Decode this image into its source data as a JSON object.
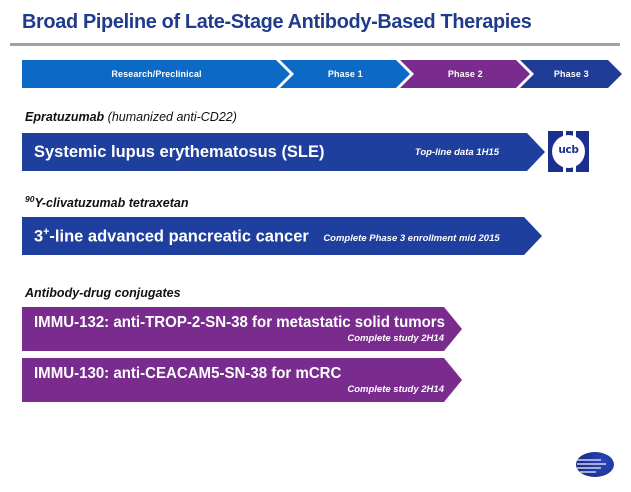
{
  "slide": {
    "title": "Broad Pipeline of Late-Stage Antibody-Based Therapies",
    "colors": {
      "title_blue": "#1f3c8c",
      "rule_gray": "#a89f96",
      "research_blue": "#0c69c6",
      "phase1_blue": "#0c69c6",
      "phase2_purple": "#7a2c8e",
      "phase3_navy": "#1f3c96",
      "bar_navy": "#1e3f9e",
      "bar_purple": "#7a2c8e"
    }
  },
  "phase_bar": {
    "segments": [
      {
        "label": "Research/Preclinical",
        "color": "#0c69c6"
      },
      {
        "label": "Phase 1",
        "color": "#0c69c6"
      },
      {
        "label": "Phase 2",
        "color": "#7a2c8e"
      },
      {
        "label": "Phase 3",
        "color": "#1f3c96"
      }
    ]
  },
  "programs": [
    {
      "label_bold": "Epratuzumab",
      "label_regular": " (humanized anti-CD22)",
      "indication": "Systemic lupus erythematosus  (SLE)",
      "milestone": "Top-line data 1H15",
      "bar_color": "#1e3f9e",
      "partner_logo": "ucb-logo"
    },
    {
      "label_sup": "90",
      "label_bold": "Y-clivatuzumab tetraxetan",
      "label_regular": "",
      "indication_prefix": "3",
      "indication_sup": "+",
      "indication": "-line advanced pancreatic cancer",
      "milestone": "Complete Phase 3 enrollment mid 2015",
      "bar_color": "#1e3f9e"
    }
  ],
  "adc_section": {
    "heading": "Antibody-drug conjugates",
    "rows": [
      {
        "indication": "IMMU-132: anti-TROP-2-SN-38 for metastatic solid tumors",
        "milestone": "Complete study 2H14",
        "bar_color": "#7a2c8e"
      },
      {
        "indication": "IMMU-130: anti-CEACAM5-SN-38 for mCRC",
        "milestone": "Complete study 2H14",
        "bar_color": "#7a2c8e"
      }
    ]
  },
  "footer": {
    "logo": "immunomedics-globe-logo"
  },
  "ucb_logo": {
    "wordmark": "ucb"
  }
}
